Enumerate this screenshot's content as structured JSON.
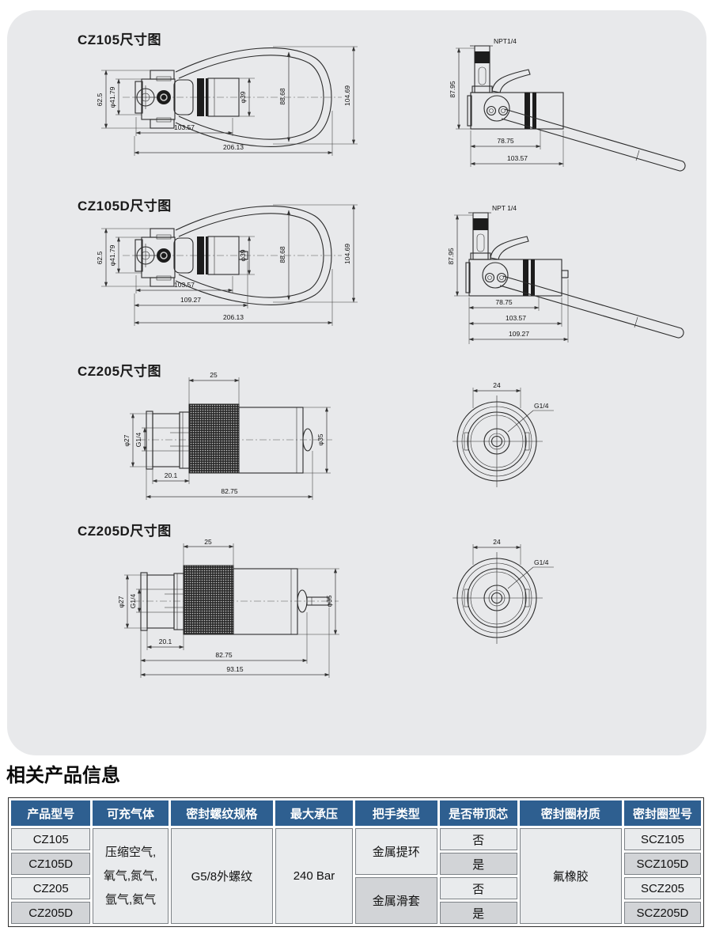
{
  "drawings": {
    "cz105": {
      "title": "CZ105尺寸图",
      "front": {
        "h62": "62.5",
        "d4179": "φ41.79",
        "d39": "φ39",
        "h8868": "88.68",
        "h10469": "104.69",
        "w10357": "103.57",
        "w20613": "206.13"
      },
      "side": {
        "thread": "NPT1/4",
        "h8795": "87.95",
        "w7875": "78.75",
        "w10357": "103.57"
      }
    },
    "cz105d": {
      "title": "CZ105D尺寸图",
      "front": {
        "h62": "62.5",
        "d4179": "φ41.79",
        "d39": "φ39",
        "h8868": "88.68",
        "h10469": "104.69",
        "w10357": "103.57",
        "w10927": "109.27",
        "w20613": "206.13"
      },
      "side": {
        "thread": "NPT 1/4",
        "h8795": "87.95",
        "w7875": "78.75",
        "w10357": "103.57",
        "w10927": "109.27"
      }
    },
    "cz205": {
      "title": "CZ205尺寸图",
      "front": {
        "w25": "25",
        "d27": "φ27",
        "g14": "G1/4",
        "d35": "φ35",
        "w201": "20.1",
        "w8275": "82.75"
      },
      "end": {
        "w24": "24",
        "g14": "G1/4"
      }
    },
    "cz205d": {
      "title": "CZ205D尺寸图",
      "front": {
        "w25": "25",
        "d27": "φ27",
        "g14": "G1/4",
        "d35": "φ35",
        "w201": "20.1",
        "w8275": "82.75",
        "w9315": "93.15"
      },
      "end": {
        "w24": "24",
        "g14": "G1/4"
      }
    }
  },
  "info": {
    "title": "相关产品信息",
    "table": {
      "headers": [
        "产品型号",
        "可充气体",
        "密封螺纹规格",
        "最大承压",
        "把手类型",
        "是否带顶芯",
        "密封圈材质",
        "密封圈型号"
      ],
      "models": [
        "CZ105",
        "CZ105D",
        "CZ205",
        "CZ205D"
      ],
      "gas_lines": [
        "压缩空气,",
        "氧气,氮气,",
        "氩气,氦气"
      ],
      "thread_spec": "G5/8外螺纹",
      "max_pressure": "240 Bar",
      "handle_types": [
        "金属提环",
        "金属滑套"
      ],
      "has_top_core": [
        "否",
        "是",
        "否",
        "是"
      ],
      "seal_material": "氟橡胶",
      "seal_models": [
        "SCZ105",
        "SCZ105D",
        "SCZ205",
        "SCZ205D"
      ]
    }
  },
  "colors": {
    "header_bg": "#2e5f90",
    "row_light": "#e9ebed",
    "row_dark": "#d2d4d7",
    "panel_bg": "#e8e9eb"
  }
}
